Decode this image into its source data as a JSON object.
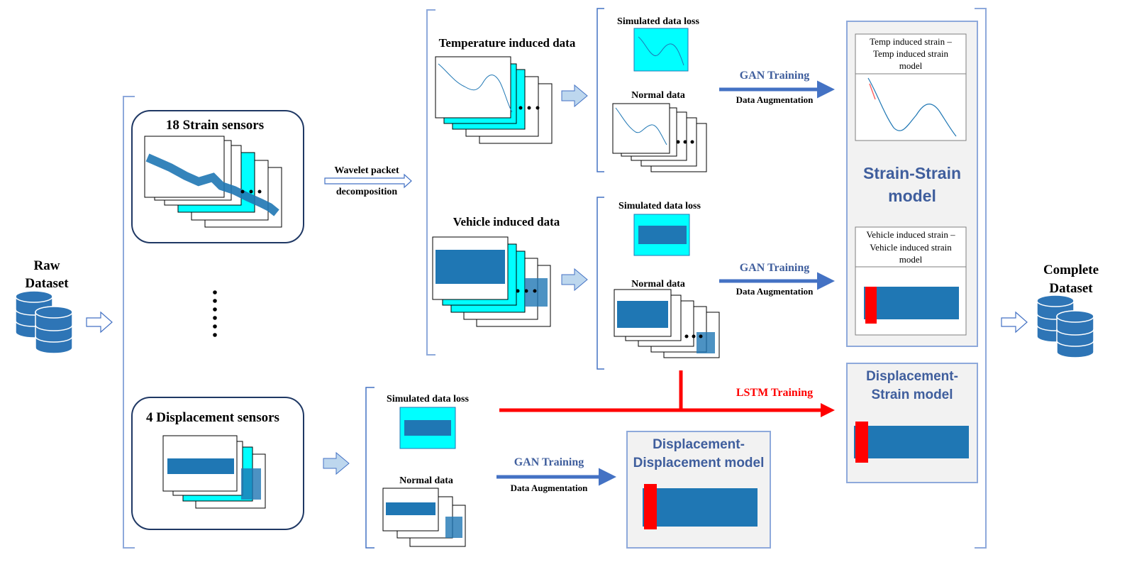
{
  "inputs": {
    "raw_dataset": [
      "Raw",
      "Dataset"
    ],
    "complete_dataset": [
      "Complete",
      "Dataset"
    ]
  },
  "sensors": {
    "strain": "18 Strain sensors",
    "displacement": "4 Displacement sensors"
  },
  "decomposition": [
    "Wavelet packet",
    "decomposition"
  ],
  "groups": {
    "temperature": "Temperature induced data",
    "vehicle": "Vehicle induced data"
  },
  "labels": {
    "sim_loss_temp": "Simulated data loss",
    "normal_temp": "Normal data",
    "sim_loss_vehicle": "Simulated data loss",
    "normal_vehicle": "Normal data",
    "sim_loss_disp": "Simulated data loss",
    "normal_disp": "Normal data"
  },
  "training": {
    "gan_temp": "GAN Training",
    "aug_temp": "Data Augmentation",
    "gan_vehicle": "GAN Training",
    "aug_vehicle": "Data Augmentation",
    "gan_disp": "GAN Training",
    "aug_disp": "Data Augmentation",
    "lstm": "LSTM Training"
  },
  "models": {
    "strain_strain": [
      "Strain-Strain",
      "model"
    ],
    "temp_sub": [
      "Temp induced strain –",
      "Temp induced strain",
      "model"
    ],
    "vehicle_sub": [
      "Vehicle induced strain –",
      "Vehicle induced strain",
      "model"
    ],
    "disp_strain": [
      "Displacement-",
      "Strain model"
    ],
    "disp_disp": [
      "Displacement-",
      "Displacement model"
    ]
  },
  "colors": {
    "signal": "#1f77b4",
    "highlight": "#00ffff",
    "gan_arrow": "#4472c4",
    "lstm_arrow": "#ff0000",
    "model_fill": "#f2f2f2",
    "model_border": "#8ea9db",
    "sensor_border": "#1f3864",
    "database": "#2e75b6"
  }
}
